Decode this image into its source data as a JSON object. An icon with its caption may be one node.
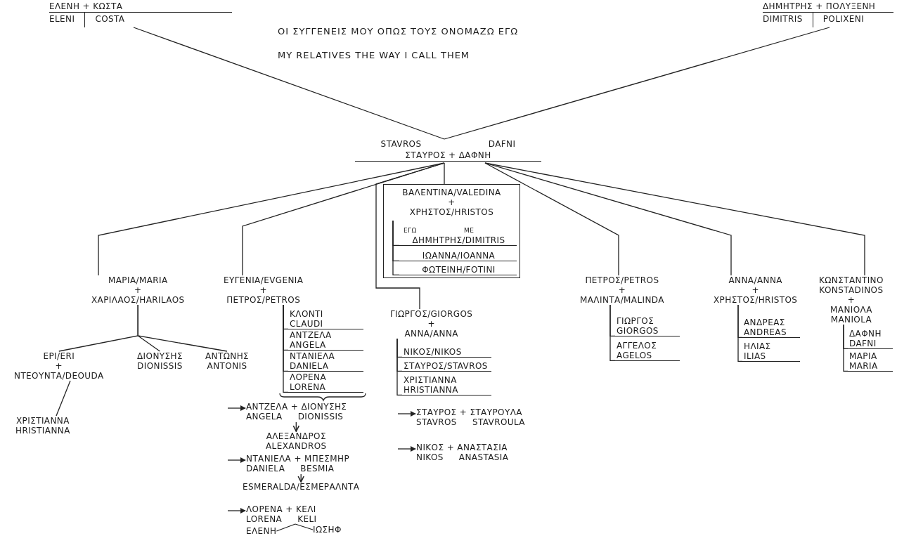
{
  "diagram": {
    "title": "ΟΙ ΣΥΓΓΕΝΕΙΣ ΜΟΥ ΟΠΩΣ ΤΟΥΣ ΟΝΟΜΑΖΩ ΕΓΩ",
    "nodes": [
      {
        "text": [
          "ΕΛΕΝΗ + ΚΩΣΤΑ",
          "ELENI",
          "COSTA"
        ]
      },
      {
        "text": [
          "ΔΗΜΗΤΡΗΣ + ΠΟΛΥΞΕΝΗ",
          "DIMITRIS",
          "POLIXENI"
        ]
      },
      {
        "text": [
          "STAVROS",
          "DAFNI",
          "ΣΤΑΥΡΟΣ + ΔΑΦΝΗ"
        ]
      },
      {
        "text": [
          "ΜΑΡΙΑ/MARIA",
          "+",
          "ΧΑΡΙΛΑΟΣ/HARILAOS"
        ]
      },
      {
        "text": [
          "ΕΥΓΕΝΙΑ/EVGENIA",
          "+",
          "ΠΕΤΡΟΣ/PETROS"
        ]
      },
      {
        "text": [
          "ΒΑΛΕΝΤΙΝΑ/VALEDINA",
          "+",
          "ΧΡΗΣΤΟΣ/HRISTOS"
        ]
      },
      {
        "text": [
          "ΔΗΜΗΤΡΗΣ/DIMITRIS"
        ],
        "beside": [
          "ΕΓΩ",
          "ΜΕ"
        ],
        "in": 5
      },
      {
        "text": [
          "ΙΩΑΝΝΑ/IOANNA"
        ],
        "in": 5
      },
      {
        "text": [
          "ΦΩΤΕΙΝΗ/FOTINI"
        ],
        "in": 5
      },
      {
        "text": [
          "ΓΙΩΡΓΟΣ/GIORGOS",
          "+",
          "ΑΝΝΑ/ANNA"
        ]
      },
      {
        "text": [
          "ΠΕΤΡΟΣ/PETROS",
          "+",
          "ΜΑΛΙΝΤΑ/MALINDA"
        ]
      },
      {
        "text": [
          "ΑΝΝΑ/ANNA",
          "+",
          "ΧΡΗΣΤΟΣ/HRISTOS"
        ]
      },
      {
        "text": [
          "ΚΩΝΣΤΑΝΤΙΝΟ",
          "KONSTADINOS",
          "+",
          "ΜΑΝΙΟΛΑ",
          "MANIOLA"
        ]
      },
      {
        "text": [
          "ΕΡΙ/ERI",
          "+",
          "ΝΤΕΟΥΝΤΑ/DEOUDA"
        ]
      },
      {
        "text": [
          "ΔΙΟΝΥΣΗΣ",
          "DIONISSIS"
        ]
      },
      {
        "text": [
          "ΑΝΤΩΝΗΣ",
          "ANTONIS"
        ]
      },
      {
        "text": [
          "ΧΡΙΣΤΙΑΝΝΑ",
          "HRISTIANNA"
        ]
      },
      {
        "text": [
          "ΚΛΟΝΤΙ",
          "CLAUDI"
        ]
      },
      {
        "text": [
          "ΑΝΤΖΕΛΑ",
          "ANGELA"
        ]
      },
      {
        "text": [
          "ΝΤΑΝΙΕΛΑ",
          "DANIELA"
        ]
      },
      {
        "text": [
          "ΛΟΡΕΝΑ",
          "LORENA"
        ]
      },
      {
        "text": [
          "ΝΙΚΟΣ/NIKOS"
        ]
      },
      {
        "text": [
          "ΣΤΑΥΡΟΣ/STAVROS"
        ]
      },
      {
        "text": [
          "ΧΡΙΣΤΙΑΝΝΑ",
          "HRISTIANNA"
        ]
      },
      {
        "text": [
          "ΓΙΩΡΓΟΣ",
          "GIORGOS"
        ]
      },
      {
        "text": [
          "ΑΓΓΕΛΟΣ",
          "AGELOS"
        ]
      },
      {
        "text": [
          "ΑΝΔΡΕΑΣ",
          "ANDREAS"
        ]
      },
      {
        "text": [
          "ΗΛΙΑΣ",
          "ILIAS"
        ]
      },
      {
        "text": [
          "ΔΑΦΝΗ",
          "DAFNI"
        ]
      },
      {
        "text": [
          "ΜΑΡΙΑ",
          "MARIA"
        ]
      },
      {
        "text": [
          "ΑΝΤΖΕΛΑ + ΔΙΟΝΥΣΗΣ",
          "ANGELA",
          "DIONISSIS"
        ]
      },
      {
        "text": [
          "ΑΛΕΞΑΝΔΡΟΣ",
          "ALEXANDROS"
        ]
      },
      {
        "text": [
          "ΝΤΑΝΙΕΛΑ + ΜΠΕΣΜΗΡ",
          "DANIELA",
          "BESMIA"
        ]
      },
      {
        "text": [
          "ESMERALDA/ΕΣΜΕΡΑΛΝΤΑ"
        ]
      },
      {
        "text": [
          "ΛΟΡΕΝΑ + ΚΕΛΙ",
          "LORENA",
          "KELI"
        ]
      },
      {
        "text": [
          "ΕΛΕΝΗ"
        ]
      },
      {
        "text": [
          "ΙΩΣΗΦ"
        ]
      },
      {
        "text": [
          "ΣΤΑΥΡΟΣ + ΣΤΑΥΡΟΥΛΑ",
          "STAVROS",
          "STAVROULA"
        ]
      },
      {
        "text": [
          "ΝΙΚΟΣ + ΑΝΑΣΤΑΣΙΑ",
          "NIKOS",
          "ANASTASIA"
        ]
      }
    ],
    "edges": [
      {
        "from": 0,
        "to": 2,
        "arrow": "none"
      },
      {
        "from": 1,
        "to": 2,
        "arrow": "none"
      },
      {
        "from": 2,
        "to": 3,
        "arrow": "none"
      },
      {
        "from": 2,
        "to": 4,
        "arrow": "none"
      },
      {
        "from": 2,
        "to": 5,
        "arrow": "none"
      },
      {
        "from": 2,
        "to": 9,
        "arrow": "none"
      },
      {
        "from": 2,
        "to": 10,
        "arrow": "none"
      },
      {
        "from": 2,
        "to": 11,
        "arrow": "none"
      },
      {
        "from": 2,
        "to": 12,
        "arrow": "none"
      },
      {
        "from": 5,
        "to": 6,
        "arrow": "none"
      },
      {
        "from": 5,
        "to": 7,
        "arrow": "none"
      },
      {
        "from": 5,
        "to": 8,
        "arrow": "none"
      },
      {
        "from": 3,
        "to": 13,
        "arrow": "none"
      },
      {
        "from": 3,
        "to": 14,
        "arrow": "none"
      },
      {
        "from": 3,
        "to": 15,
        "arrow": "none"
      },
      {
        "from": 13,
        "to": 16,
        "arrow": "none"
      },
      {
        "from": 4,
        "to": 17,
        "arrow": "none"
      },
      {
        "from": 4,
        "to": 18,
        "arrow": "none"
      },
      {
        "from": 4,
        "to": 19,
        "arrow": "none"
      },
      {
        "from": 4,
        "to": 20,
        "arrow": "none"
      },
      {
        "from": 9,
        "to": 21,
        "arrow": "none"
      },
      {
        "from": 9,
        "to": 22,
        "arrow": "none"
      },
      {
        "from": 9,
        "to": 23,
        "arrow": "none"
      },
      {
        "from": 10,
        "to": 24,
        "arrow": "none"
      },
      {
        "from": 10,
        "to": 25,
        "arrow": "none"
      },
      {
        "from": 11,
        "to": 26,
        "arrow": "none"
      },
      {
        "from": 11,
        "to": 27,
        "arrow": "none"
      },
      {
        "from": 12,
        "to": 28,
        "arrow": "none"
      },
      {
        "from": 12,
        "to": 29,
        "arrow": "none"
      },
      {
        "from": null,
        "to": 30,
        "arrow": "to"
      },
      {
        "from": 30,
        "to": 31,
        "arrow": "to"
      },
      {
        "from": null,
        "to": 32,
        "arrow": "to"
      },
      {
        "from": 32,
        "to": 33,
        "arrow": "to"
      },
      {
        "from": null,
        "to": 34,
        "arrow": "to"
      },
      {
        "from": 34,
        "to": 35,
        "arrow": "none"
      },
      {
        "from": 34,
        "to": 36,
        "arrow": "none"
      },
      {
        "from": null,
        "to": 37,
        "arrow": "to"
      },
      {
        "from": null,
        "to": 38,
        "arrow": "to"
      }
    ],
    "labels": [
      "MY RELATIVES THE WAY I CALL THEM"
    ]
  }
}
